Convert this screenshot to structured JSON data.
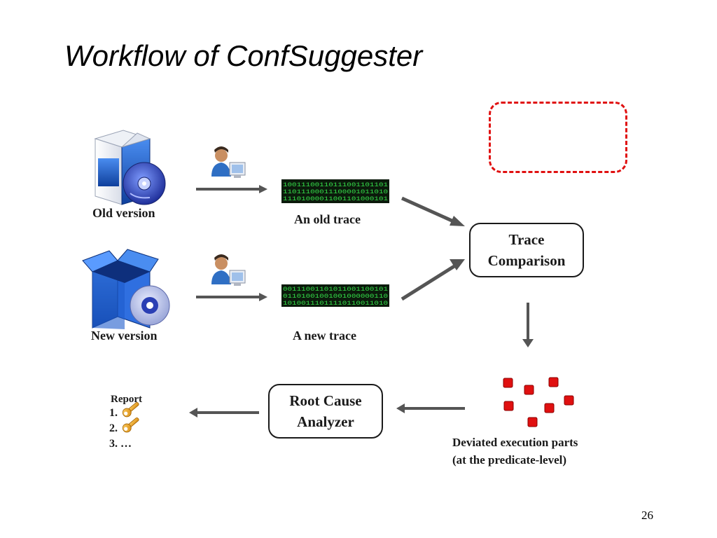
{
  "slide": {
    "title": "Workflow of ConfSuggester",
    "page_number": "26"
  },
  "inputs": {
    "old_version_label": "Old version",
    "new_version_label": "New version"
  },
  "traces": {
    "old_trace_label": "An old trace",
    "new_trace_label": "A new trace",
    "old_trace_bits": [
      "10011100110111001101101",
      "11011100011100001011010",
      "11101000011001101000101"
    ],
    "new_trace_bits": [
      "00111001101011001100101",
      "01101001001001000000110",
      "10100111011110110011010"
    ]
  },
  "comparison": {
    "line1": "Trace",
    "line2": "Comparison"
  },
  "deviations": {
    "label_line1": "Deviated execution parts",
    "label_line2": "(at the predicate-level)"
  },
  "analyzer": {
    "line1": "Root Cause",
    "line2": "Analyzer"
  },
  "report": {
    "title": "Report",
    "items": [
      "1.",
      "2.",
      "3. …"
    ]
  },
  "colors": {
    "arrow": "#555555",
    "deviation_square": "#e01010",
    "dashed_box": "#e01010",
    "trace_background": "#0b1a0b",
    "trace_bits": "#35e04a",
    "package_blue": "#1e63c9",
    "disc": "#3d55c8"
  },
  "icons": {
    "old_version": "software-box-icon",
    "new_version": "open-box-icon",
    "user": "user-at-computer-icon",
    "report_item": "wrench-icon"
  }
}
